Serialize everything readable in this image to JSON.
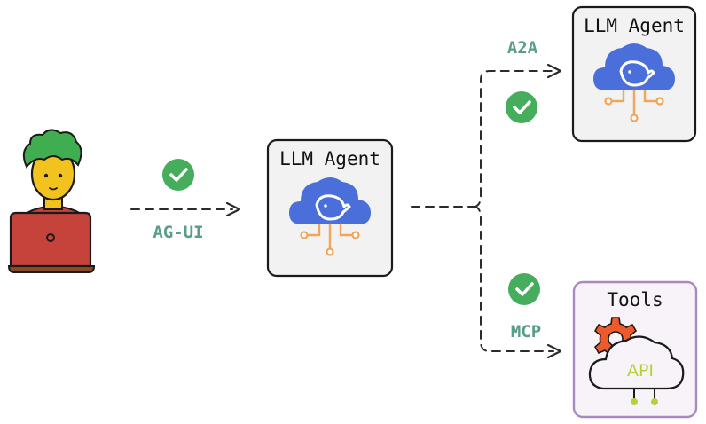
{
  "agents": {
    "main": {
      "title": "LLM Agent"
    },
    "remote": {
      "title": "LLM Agent"
    }
  },
  "tools": {
    "title": "Tools",
    "api_label": "API"
  },
  "protocols": {
    "user_link": "AG-UI",
    "agent_link": "A2A",
    "tool_link": "MCP"
  },
  "colors": {
    "check": "#45ad5c",
    "protocol_text": "#5a9e8a",
    "cloud": "#4a6fdb",
    "circuit": "#f2a55a",
    "agent_box_fill": "#f2f2f2",
    "tools_box_fill": "#f7f3f8",
    "tools_box_border": "#a98ac0",
    "gear": "#ee5a2c",
    "api_text": "#b5d334",
    "hair": "#3fad50",
    "face": "#f2c31f",
    "laptop": "#c5433a"
  },
  "icons": [
    "user-icon",
    "laptop-icon",
    "cloud-icon",
    "whale-icon",
    "gear-icon",
    "check-icon"
  ]
}
